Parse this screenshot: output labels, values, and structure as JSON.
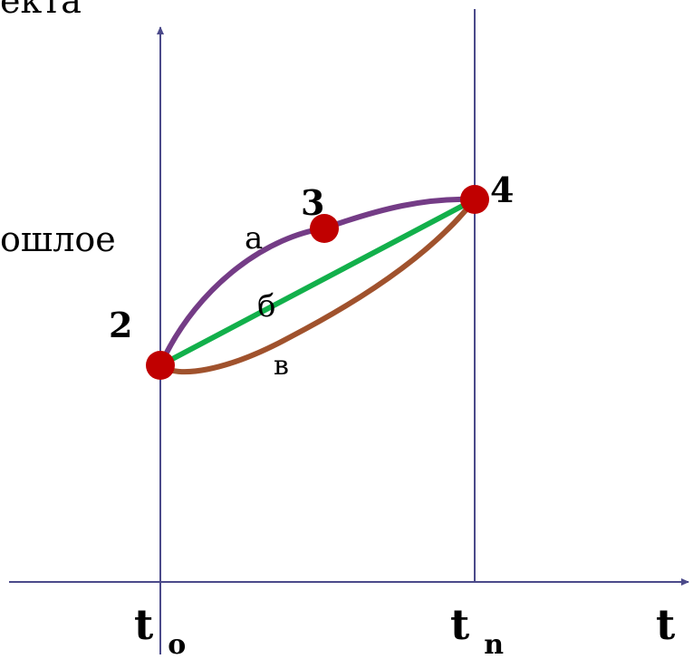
{
  "labels": {
    "top_fragment": "екта",
    "left_fragment": "ошлое",
    "t_axis": "t",
    "t0_main": "t",
    "t0_sub": "o",
    "tn_main": "t",
    "tn_sub": "n"
  },
  "points": {
    "p2": "2",
    "p3": "3",
    "p4": "4"
  },
  "paths": {
    "a": "а",
    "b": "б",
    "v": "в"
  },
  "colors": {
    "axis": "#4b4a8a",
    "path_a": "#743c86",
    "path_b": "#12b04b",
    "path_v": "#a0522d",
    "point": "#c00000",
    "text": "#000000"
  }
}
